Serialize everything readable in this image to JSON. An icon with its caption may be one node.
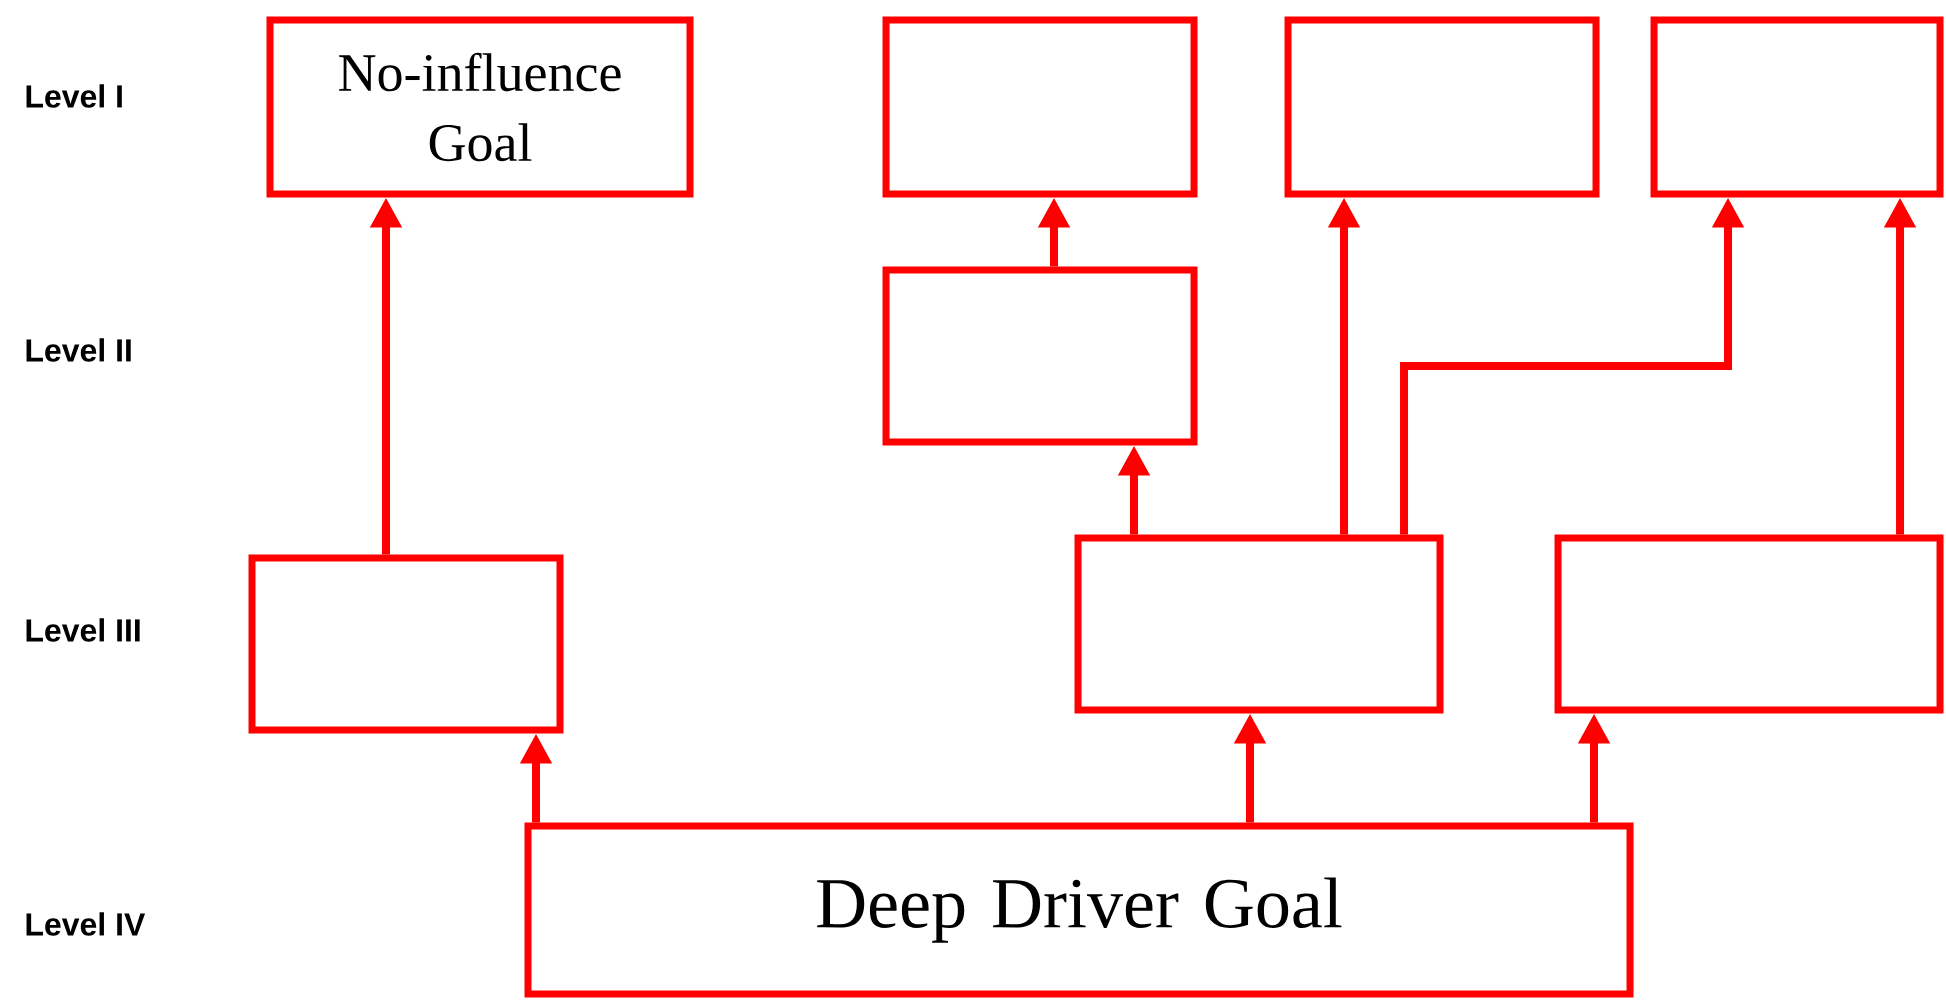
{
  "diagram": {
    "nodes": [
      {
        "text": [
          "No-influence Goal"
        ]
      },
      {
        "text": [],
        "shape": "box"
      },
      {
        "text": [],
        "shape": "box"
      },
      {
        "text": [],
        "shape": "box"
      },
      {
        "text": [],
        "shape": "box"
      },
      {
        "text": [],
        "shape": "box"
      },
      {
        "text": [],
        "shape": "box"
      },
      {
        "text": [],
        "shape": "box"
      },
      {
        "text": [
          "Deep Driver Goal"
        ]
      }
    ],
    "edges": [
      {
        "from": 5,
        "to": 0,
        "arrow": "to"
      },
      {
        "from": 4,
        "to": 1,
        "arrow": "to"
      },
      {
        "from": 6,
        "to": 2,
        "arrow": "to"
      },
      {
        "from": 6,
        "to": 3,
        "arrow": "to"
      },
      {
        "from": 7,
        "to": 3,
        "arrow": "to"
      },
      {
        "from": 6,
        "to": 4,
        "arrow": "to"
      },
      {
        "from": 8,
        "to": 5,
        "arrow": "to"
      },
      {
        "from": 8,
        "to": 6,
        "arrow": "to"
      },
      {
        "from": 8,
        "to": 7,
        "arrow": "to"
      }
    ],
    "labels": [
      "Level I",
      "Level II",
      "Level III",
      "Level IV"
    ]
  }
}
